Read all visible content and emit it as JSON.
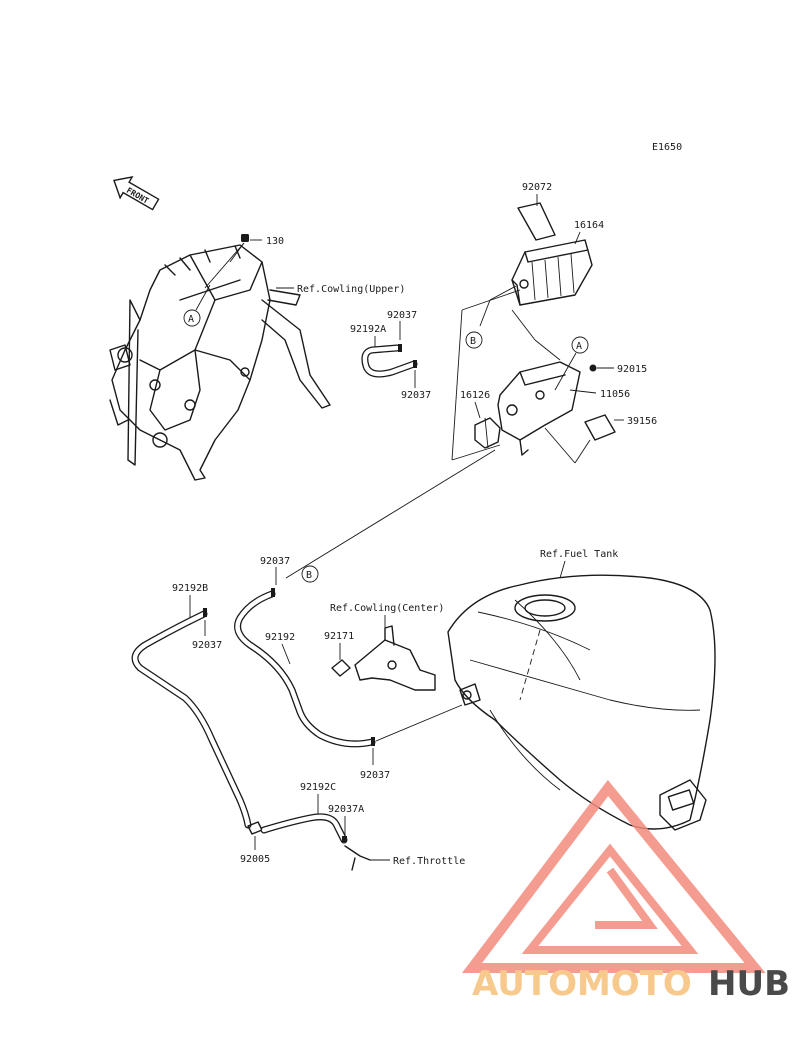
{
  "diagram_code": "E1650",
  "front_arrow": "FRONT",
  "refs": {
    "a": "A",
    "b": "B"
  },
  "labels": {
    "p130": "130",
    "ref_cowling_upper": "Ref.Cowling(Upper)",
    "p92072": "92072",
    "p16164": "16164",
    "p92037_top": "92037",
    "p92192a": "92192A",
    "p92037_mid": "92037",
    "p16126": "16126",
    "p92015": "92015",
    "p11056": "11056",
    "p39156": "39156",
    "p92037_left": "92037",
    "ref_fuel_tank": "Ref.Fuel Tank",
    "p92192b": "92192B",
    "p92037_b": "92037",
    "ref_cowling_center": "Ref.Cowling(Center)",
    "p92192": "92192",
    "p92171": "92171",
    "p92037_c": "92037",
    "p92192c": "92192C",
    "p92037a": "92037A",
    "p92005": "92005",
    "ref_throttle": "Ref.Throttle"
  },
  "watermark": {
    "part1": "AUTOMOTO",
    "part2": "HUB",
    "color_primary": "#f28b7c",
    "color_secondary": "#f7c98d",
    "color_dark": "#4a4a4a"
  }
}
